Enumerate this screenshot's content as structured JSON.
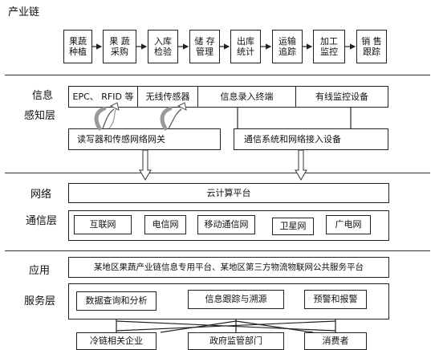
{
  "layers": {
    "industry": {
      "label": "产业链"
    },
    "perception": {
      "label_line1": "信息",
      "label_line2": "感知层"
    },
    "network": {
      "label_line1": "网络",
      "label_line2": "通信层"
    },
    "application": {
      "label_line1": "应用",
      "label_line2": "服务层"
    }
  },
  "chain": [
    {
      "line1": "果蔬",
      "line2": "种植"
    },
    {
      "line1": "果 蔬",
      "line2": "采购"
    },
    {
      "line1": "入库",
      "line2": "检验"
    },
    {
      "line1": "储 存",
      "line2": "管理"
    },
    {
      "line1": "出库",
      "line2": "统计"
    },
    {
      "line1": "运输",
      "line2": "追踪"
    },
    {
      "line1": "加工",
      "line2": "监控"
    },
    {
      "line1": "销 售",
      "line2": "跟踪"
    }
  ],
  "perception": {
    "devices": [
      "EPC、 RFID 等",
      "无线传感器",
      "信息录入终端",
      "有线监控设备"
    ],
    "gateway": "读写器和传感网络网关",
    "access": "通信系统和网络接入设备"
  },
  "network": {
    "cloud": "云计算平台",
    "nets": [
      "互联网",
      "电信网",
      "移动通信网",
      "卫星网",
      "广电网"
    ]
  },
  "application": {
    "platform": "某地区果蔬产业链信息专用平台、某地区第三方物流物联网公共服务平台",
    "services": [
      "数据查询和分析",
      "信息跟踪与溯源",
      "预警和报警"
    ],
    "users": [
      "冷链相关企业",
      "政府监管部门",
      "消费者"
    ]
  }
}
